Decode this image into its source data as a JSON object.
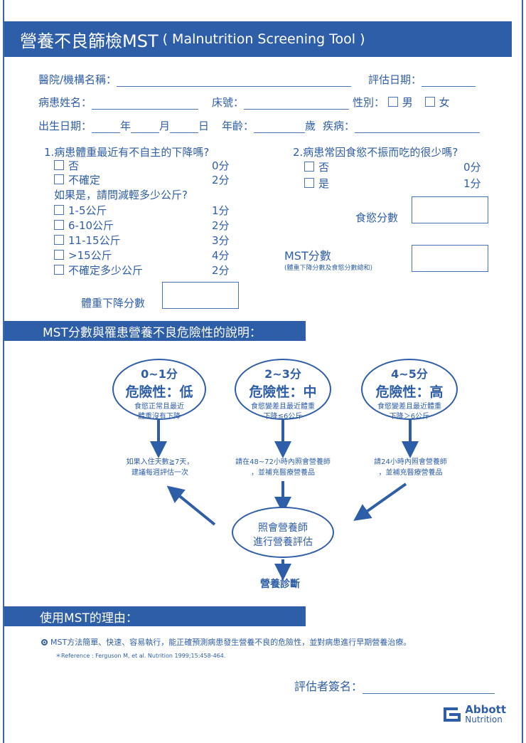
{
  "header": {
    "title_main": "營養不良篩檢MST",
    "title_sub": "( Malnutrition Screening Tool )"
  },
  "info": {
    "hospital": "醫院/機構名稱：",
    "eval_date": "評估日期：",
    "patient_name": "病患姓名：",
    "bed": "床號：",
    "gender": "性別：",
    "male": "男",
    "female": "女",
    "birth": "出生日期：",
    "year": "年",
    "month": "月",
    "day": "日",
    "age": "年齡：",
    "age_unit": "歲",
    "disease": "疾病："
  },
  "q1": {
    "title": "1.病患體重最近有不自主的下降嗎?",
    "options": [
      {
        "label": "否",
        "score": "0分"
      },
      {
        "label": "不確定",
        "score": "2分"
      }
    ],
    "sub_title": "如果是，請問減輕多少公斤?",
    "sub_options": [
      {
        "label": "1-5公斤",
        "score": "1分"
      },
      {
        "label": "6-10公斤",
        "score": "2分"
      },
      {
        "label": "11-15公斤",
        "score": "3分"
      },
      {
        "label": ">15公斤",
        "score": "4分"
      },
      {
        "label": "不確定多少公斤",
        "score": "2分"
      }
    ],
    "score_label": "體重下降分數"
  },
  "q2": {
    "title": "2.病患常因食慾不振而吃的很少嗎?",
    "options": [
      {
        "label": "否",
        "score": "0分"
      },
      {
        "label": "是",
        "score": "1分"
      }
    ],
    "score_label": "食慾分數"
  },
  "mst": {
    "label": "MST分數",
    "note": "(體重下降分數及食慾分數總和)"
  },
  "section1": {
    "title": "MST分數與罹患營養不良危險性的說明："
  },
  "risk": [
    {
      "range": "0~1分",
      "level": "危險性：低",
      "desc1": "食慾正常且最近",
      "desc2": "體重沒有下降",
      "advice1": "如果入住天數≧7天，",
      "advice2": "建議每週評估一次"
    },
    {
      "range": "2~3分",
      "level": "危險性：中",
      "desc1": "食慾變差且最近體重",
      "desc2": "下降≦6公斤",
      "advice1": "請在48~72小時內照會營養師",
      "advice2": "，並補充醫療營養品"
    },
    {
      "range": "4~5分",
      "level": "危險性：高",
      "desc1": "食慾變差且最近體重",
      "desc2": "下降＞6公斤",
      "advice1": "請24小時內照會營養師",
      "advice2": "，並補充醫療營養品"
    }
  ],
  "consult": {
    "line1": "照會營養師",
    "line2": "進行營養評估"
  },
  "diagnosis": "營養診斷",
  "section2": {
    "title": "使用MST的理由："
  },
  "reason": "MST方法簡單、快速、容易執行，能正確預測病患發生營養不良的危險性，並對病患進行早期營養治療。",
  "reference": "＊Reference : Ferguson M, et al. Nutrition 1999;15:458-464.",
  "signature": "評估者簽名：",
  "logo": {
    "brand": "Abbott",
    "division": "Nutrition",
    "icon": "abbott-logo-icon"
  },
  "colors": {
    "primary": "#2e5ea8"
  }
}
